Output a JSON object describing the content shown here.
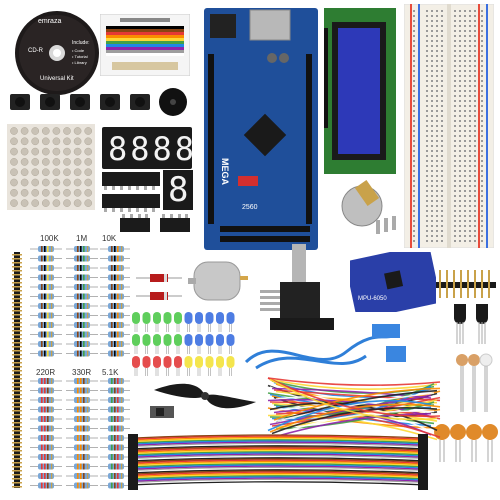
{
  "cd": {
    "brand": "emraza",
    "type": "CD-R",
    "kit": "Universal Kit",
    "includes_title": "Include:",
    "includes": [
      "• Code",
      "• Tutorial",
      "• Library"
    ]
  },
  "arduino": {
    "model": "MEGA",
    "chip": "2560"
  },
  "resistor_labels": {
    "r100k": "100K",
    "r1m": "1M",
    "r10k": "10K",
    "r220": "220R",
    "r330": "330R",
    "r5k1": "5.1K"
  },
  "seven_seg": {
    "four_digit": "8888",
    "single": "8"
  },
  "sensor": {
    "label": "MPU-6050"
  },
  "colors": {
    "arduino_blue": "#1f4f9a",
    "lcd_blue": "#2d39b8",
    "breadboard": "#f3efe6",
    "cable_blue": "#2f7fd8",
    "led_green": "#4ec94a",
    "led_red": "#e23a3a",
    "led_blue": "#3b6fe0",
    "led_yellow": "#f3e23a"
  }
}
